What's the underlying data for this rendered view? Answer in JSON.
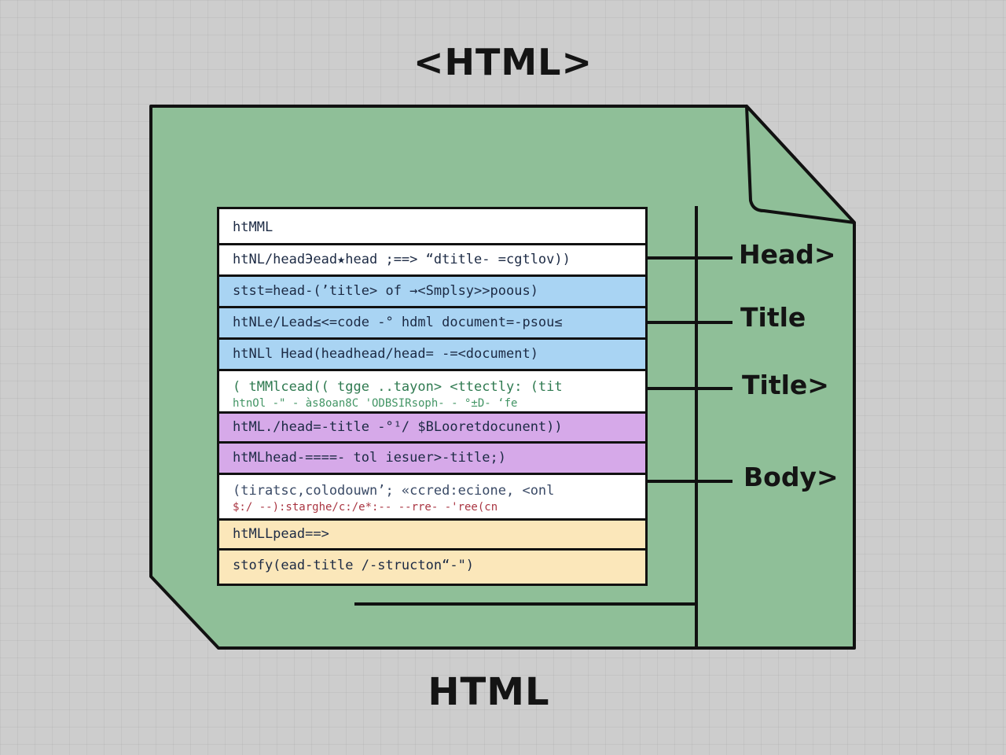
{
  "diagram": {
    "top_title": "<HTML>",
    "bottom_title": "HTML",
    "code_rows": [
      {
        "text": "htMML",
        "sub": "",
        "style": "white"
      },
      {
        "text": "htNL/headЭead★head ;==> “dtitle- =cgtlov))",
        "sub": "",
        "style": "white"
      },
      {
        "text": "stst=head-(’title> of →<Smplsy>>poous)",
        "sub": "",
        "style": "blue"
      },
      {
        "text": "htNLe/Lead≤<=code -° hdml document=-psou≤",
        "sub": "",
        "style": "blue"
      },
      {
        "text": "htNLl Head(headhead/head= -=<document)",
        "sub": "",
        "style": "blue"
      },
      {
        "text": "( tMMlcead(( tgge ..tayon> <ttectly: (tit",
        "sub": "htnOl -\" - às8oan8C 'ODBSIRsoph- - °±D- ‘fe",
        "style": "white"
      },
      {
        "text": "htML./head=-title -°¹/ $BLooretdocunent))",
        "sub": "",
        "style": "purple"
      },
      {
        "text": "htMLhead-====- tol iesuer>-title;)",
        "sub": "",
        "style": "purple"
      },
      {
        "text": "(tiratsc,colodouwn’; «ccred:ecione, <onl",
        "sub": "$:/ --):starghe/c:/e*:-- --rre- -'ree(cn",
        "style": "white"
      },
      {
        "text": "htMLLpead==>",
        "sub": "",
        "style": "yellow"
      },
      {
        "text": "stofy(ead-title /-structon“-\")",
        "sub": "",
        "style": "yellow"
      }
    ],
    "side_labels": [
      "Head>",
      "Title",
      "Title>",
      "Body>"
    ],
    "colors": {
      "document_fill": "#8fbf98",
      "outline": "#111111",
      "row_blue": "#a9d4f3",
      "row_purple": "#d6a9e9",
      "row_yellow": "#fbe7ba"
    }
  }
}
